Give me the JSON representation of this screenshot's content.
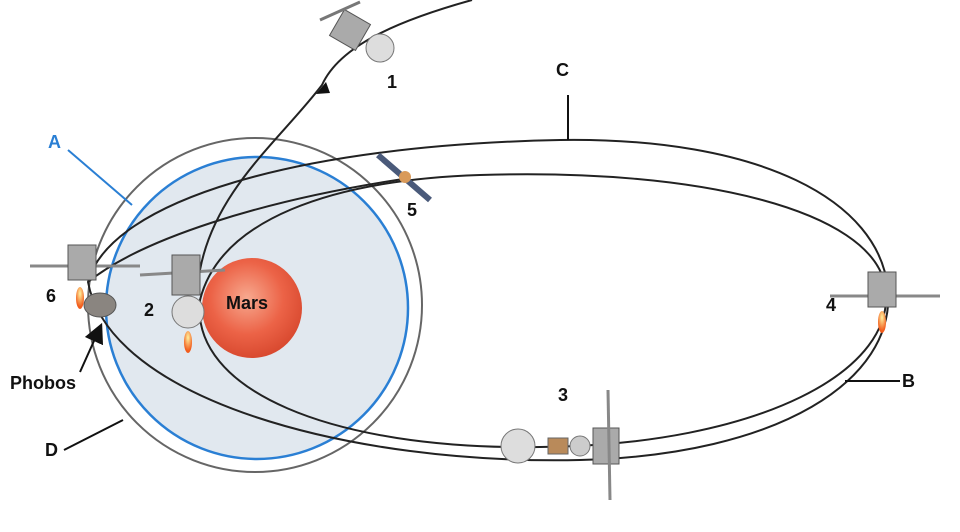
{
  "labels": {
    "a": "A",
    "b": "B",
    "c": "C",
    "d": "D",
    "mars": "Mars",
    "phobos": "Phobos",
    "step1": "1",
    "step2": "2",
    "step3": "3",
    "step4": "4",
    "step5": "5",
    "step6": "6"
  },
  "colors": {
    "orbit_a": "#2a7fd4",
    "sphere_fill": "#e1e8ef",
    "mars": "#e8563a",
    "orbit": "#222222",
    "outer_circle": "#666666"
  }
}
